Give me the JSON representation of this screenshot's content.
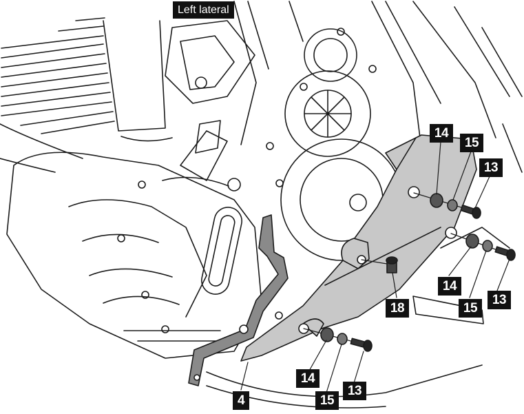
{
  "title": "Left lateral",
  "colors": {
    "line": "#1a1a1a",
    "guard_fill": "#c8c8c8",
    "bracket_fill": "#8a8a8a",
    "label_bg": "#111111",
    "label_text": "#ffffff"
  },
  "callouts": {
    "c14_top": "14",
    "c15_top": "15",
    "c13_top": "13",
    "c14_mid": "14",
    "c15_mid": "15",
    "c13_mid": "13",
    "c18": "18",
    "c14_bot": "14",
    "c15_bot": "15",
    "c13_bot": "13",
    "c4": "4"
  }
}
